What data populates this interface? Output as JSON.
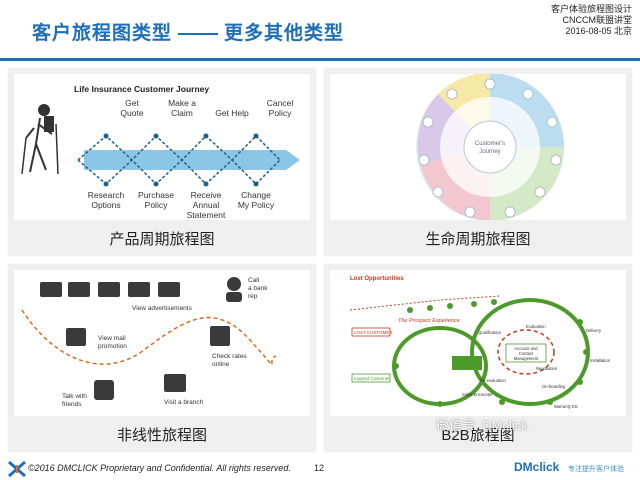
{
  "header": {
    "title": "客户旅程图类型",
    "subtitle": "更多其他类型",
    "event_line1": "客户体验旅程图设计",
    "event_line2": "CNCCM联盟讲堂",
    "event_line3": "2016-08-05 北京"
  },
  "panels": [
    {
      "caption": "产品周期旅程图",
      "diagram": {
        "title": "Life Insurance Customer Journey",
        "top_steps": [
          "Get\nQuote",
          "Make a\nClaim",
          "Get Help",
          "Cancel\nPolicy"
        ],
        "bottom_steps": [
          "Research\nOptions",
          "Purchase\nPolicy",
          "Receive\nAnnual\nStatement",
          "Change\nMy Policy"
        ]
      }
    },
    {
      "caption": "生命周期旅程图",
      "diagram": {
        "center": "Customer's\nJourney"
      }
    },
    {
      "caption": "非线性旅程图",
      "diagram": {
        "labels": [
          "Call\na bank\nrep",
          "View advertisements",
          "View mail\npromotion",
          "Check rates\nonline",
          "Visit a branch",
          "Talk with\nfriends"
        ]
      }
    },
    {
      "caption": "B2B旅程图",
      "diagram": {
        "title": "Lost Opportunities",
        "subtitle": "The Prospect Experience",
        "lost_customer": "LOST CUSTOMER",
        "legend": "Legend Customer",
        "center": "Account and\nContact\nManagement",
        "nodes": [
          "Qualification",
          "Evaluation",
          "Negotiation",
          "Delivery",
          "Installation",
          "On-boarding",
          "Re-evaluation",
          "Sales Encounter",
          "Warranty Etc"
        ]
      }
    }
  ],
  "footer": {
    "copyright": "©2016 DMCLICK Proprietary and Confidential. All rights reserved.",
    "page": "12",
    "brand": "DMclick",
    "slogan": "专注提升客户体验"
  },
  "watermark": "微信号: DMclick",
  "colors": {
    "accent": "#1c6fb8",
    "arrow": "#5aa9d6",
    "journey_red": "#c63b1f",
    "b2b_green": "#4c9a2a"
  }
}
